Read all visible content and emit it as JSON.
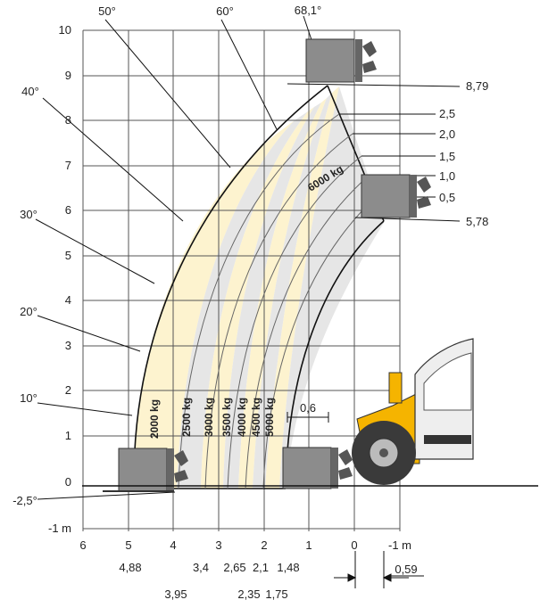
{
  "y_axis": {
    "ticks": [
      "10",
      "9",
      "8",
      "7",
      "6",
      "5",
      "4",
      "3",
      "2",
      "1",
      "0",
      "-1 m"
    ]
  },
  "x_axis": {
    "ticks": [
      "6",
      "5",
      "4",
      "3",
      "2",
      "1",
      "0",
      "-1 m"
    ],
    "reach_values": [
      "4,88",
      "3,95",
      "3,4",
      "2,65",
      "2,35",
      "2,1",
      "1,75",
      "1,48"
    ],
    "overhang": "0,59"
  },
  "angles": [
    "68,1°",
    "60°",
    "50°",
    "40°",
    "30°",
    "20°",
    "10°",
    "-2,5°"
  ],
  "heights": {
    "max": "8,79",
    "lower": "5,78"
  },
  "extension_labels": [
    "2,5",
    "2,0",
    "1,5",
    "1,0",
    "0,5"
  ],
  "load_zones": [
    "2000 kg",
    "2500 kg",
    "3000 kg",
    "3500 kg",
    "4000 kg",
    "4500 kg",
    "5000 kg",
    "6000 kg"
  ],
  "dimension": "0,6",
  "colors": {
    "grid": "#555555",
    "zone_light": "#fdf3cf",
    "zone_grey": "#e4e4e4",
    "fork_block": "#8c8c8c",
    "machine_yellow": "#f5b400"
  }
}
